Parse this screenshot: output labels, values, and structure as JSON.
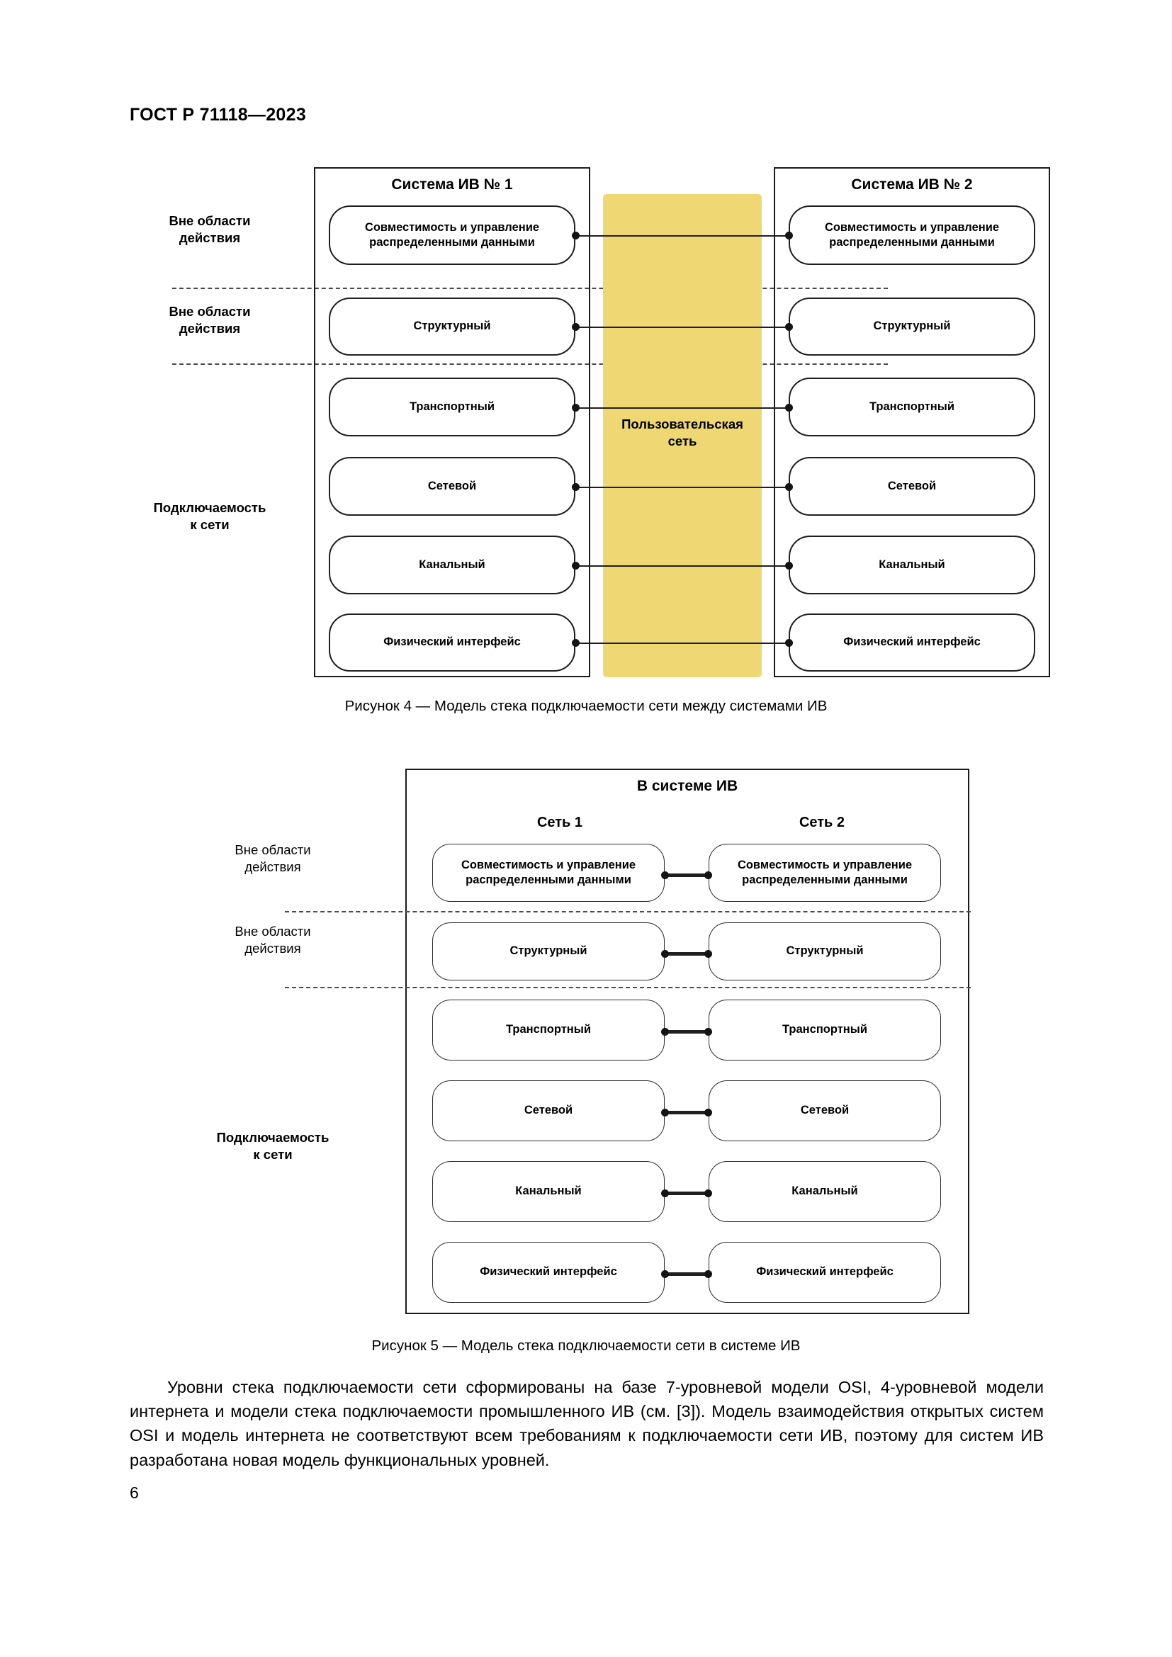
{
  "header": {
    "standard_title": "ГОСТ Р 71118—2023"
  },
  "page_number": "6",
  "figure4": {
    "caption": "Рисунок 4 — Модель стека подключаемости сети между системами ИВ",
    "left_panel_title": "Система ИВ № 1",
    "right_panel_title": "Система ИВ № 2",
    "middle_band_label": "Пользовательская\nсеть",
    "band_color": "#efd873",
    "side_labels": [
      {
        "text": "Вне области\nдействия"
      },
      {
        "text": "Вне области\nдействия"
      },
      {
        "text": "Подключаемость\nк сети"
      }
    ],
    "layers": [
      "Совместимость и управление\nраспределенными данными",
      "Структурный",
      "Транспортный",
      "Сетевой",
      "Канальный",
      "Физический интерфейс"
    ]
  },
  "figure5": {
    "caption": "Рисунок 5 — Модель стека подключаемости сети в системе ИВ",
    "panel_title": "В системе ИВ",
    "column_titles": [
      "Сеть 1",
      "Сеть 2"
    ],
    "side_labels": [
      {
        "text": "Вне области\nдействия"
      },
      {
        "text": "Вне области\nдействия"
      },
      {
        "text": "Подключаемость\nк сети"
      }
    ],
    "layers": [
      "Совместимость и управление\nраспределенными данными",
      "Структурный",
      "Транспортный",
      "Сетевой",
      "Канальный",
      "Физический интерфейс"
    ]
  },
  "body": {
    "paragraph": "Уровни стека подключаемости сети сформированы на базе 7-уровневой модели OSI, 4-уровневой модели интернета и модели стека подключаемости промышленного ИВ (см. [3]). Модель взаимодействия открытых систем OSI и модель интернета не соответствуют всем требованиям к подключаемости сети ИВ, поэтому для систем ИВ разработана новая модель функциональных уровней."
  }
}
